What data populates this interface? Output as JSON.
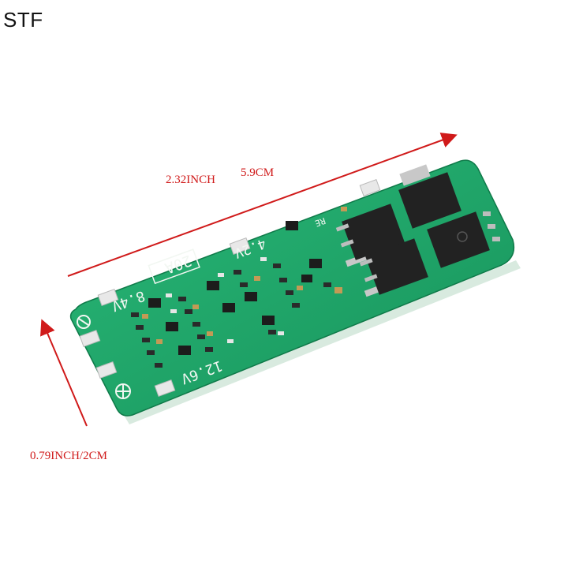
{
  "brand": "STF",
  "dimensions": {
    "length_inch": "2.32INCH",
    "length_cm": "5.9CM",
    "width": "0.79INCH/2CM",
    "color": "#d01a1a"
  },
  "board": {
    "label_current": "20A",
    "label_v1": "8.4V",
    "label_v2": "4.2V",
    "label_v3": "12.6V",
    "label_re": "RE",
    "pcb_color": "#1fa66a"
  }
}
